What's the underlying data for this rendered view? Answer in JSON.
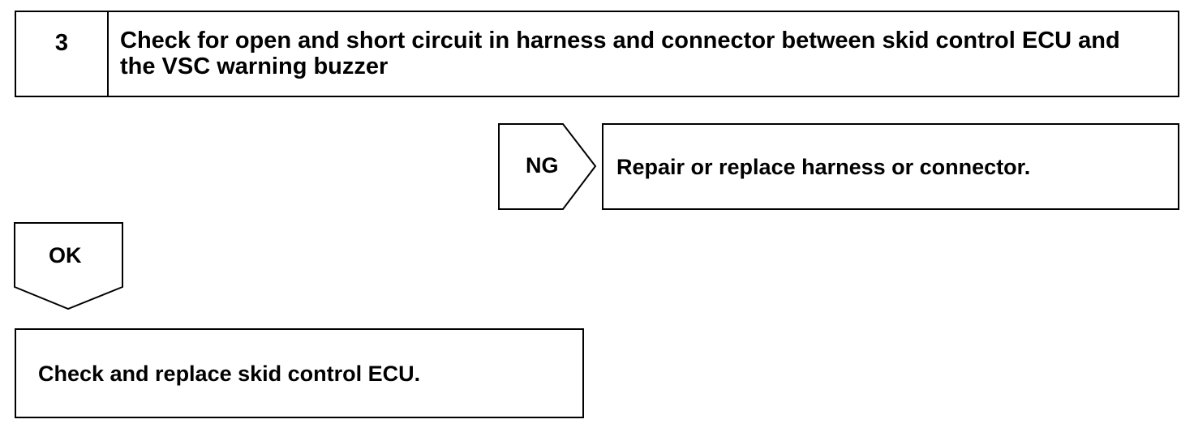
{
  "step": {
    "number": "3",
    "text": "Check for open and short circuit in harness and connector between skid control ECU and the VSC warning buzzer"
  },
  "ng_branch": {
    "tag": "NG",
    "action": "Repair or replace harness or connector."
  },
  "ok_branch": {
    "tag": "OK",
    "action": "Check and replace skid control ECU."
  }
}
